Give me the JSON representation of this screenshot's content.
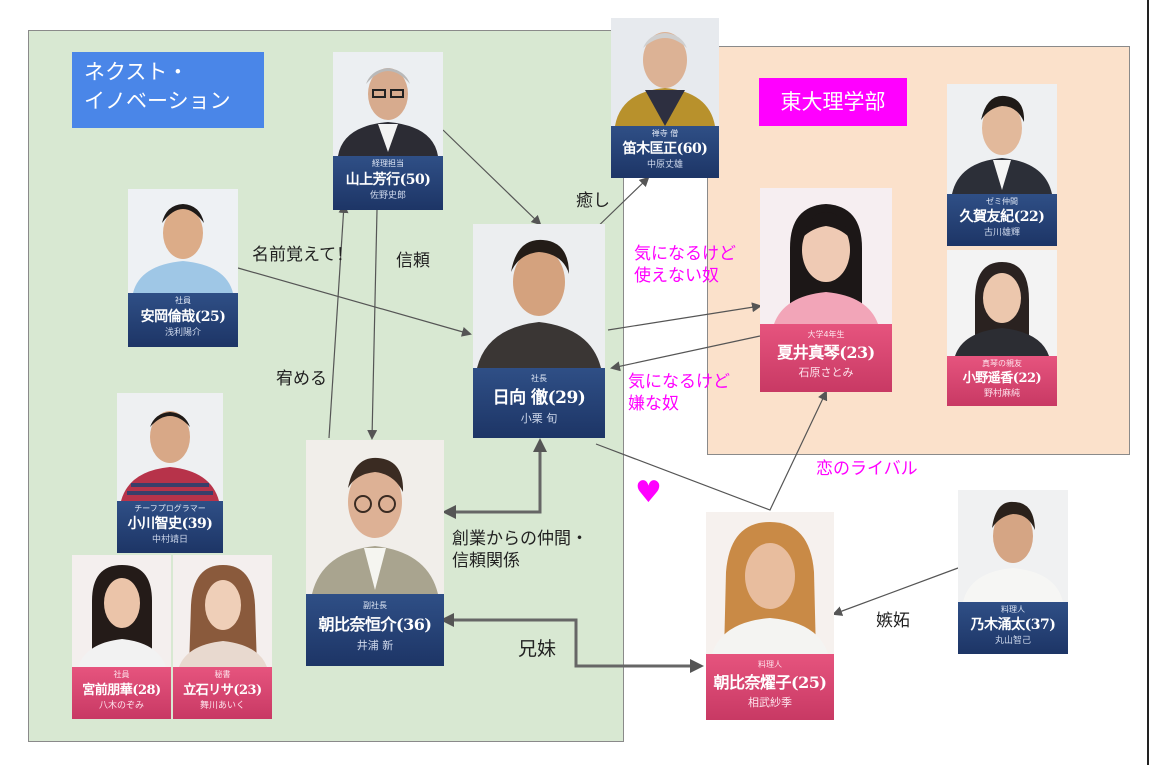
{
  "groups": {
    "company": {
      "label_line1": "ネクスト・",
      "label_line2": "イノベーション"
    },
    "university": {
      "label": "東大理学部"
    }
  },
  "characters": {
    "yamagami": {
      "role": "経理担当",
      "name": "山上芳行(50)",
      "actor": "佐野史郎"
    },
    "fueki": {
      "role": "禅寺 僧",
      "name": "笛木匡正(60)",
      "actor": "中原丈雄"
    },
    "yasuoka": {
      "role": "社員",
      "name": "安岡倫哉(25)",
      "actor": "浅利陽介"
    },
    "hinata": {
      "role": "社長",
      "name": "日向 徹(29)",
      "actor": "小栗 旬"
    },
    "natsui": {
      "role": "大学4年生",
      "name": "夏井真琴(23)",
      "actor": "石原さとみ"
    },
    "kuga": {
      "role": "ゼミ仲間",
      "name": "久賀友紀(22)",
      "actor": "古川雄輝"
    },
    "ono": {
      "role": "真琴の親友",
      "name": "小野遥香(22)",
      "actor": "野村麻純"
    },
    "ogawa": {
      "role": "チーフプログラマー",
      "name": "小川智史(39)",
      "actor": "中村靖日"
    },
    "miyamae": {
      "role": "社員",
      "name": "宮前朋華(28)",
      "actor": "八木のぞみ"
    },
    "tateishi": {
      "role": "秘書",
      "name": "立石リサ(23)",
      "actor": "舞川あいく"
    },
    "asahina_k": {
      "role": "副社長",
      "name": "朝比奈恒介(36)",
      "actor": "井浦 新"
    },
    "asahina_y": {
      "role": "料理人",
      "name": "朝比奈燿子(25)",
      "actor": "相武紗季"
    },
    "nogi": {
      "role": "料理人",
      "name": "乃木涌太(37)",
      "actor": "丸山智己"
    }
  },
  "relations": {
    "iyashi": "癒し",
    "namae": "名前覚えて！",
    "shinrai": "信頼",
    "nadameru": "宥める",
    "kininaru1_line1": "気になるけど",
    "kininaru1_line2": "使えない奴",
    "kininaru2_line1": "気になるけど",
    "kininaru2_line2": "嫌な奴",
    "koi_rival": "恋のライバル",
    "sougyou_line1": "創業からの仲間・",
    "sougyou_line2": "信頼関係",
    "kyoudai": "兄妹",
    "shitto": "嫉妬",
    "heart": "♥"
  },
  "colors": {
    "company_bg": "#d8e8d2",
    "university_bg": "#fbe1cb",
    "company_label": "#4a86e8",
    "university_label": "#ff00ff",
    "nameplate": "#1d3566",
    "nameplate_pink": "#c83964",
    "highlight_text": "#ff00ff"
  }
}
